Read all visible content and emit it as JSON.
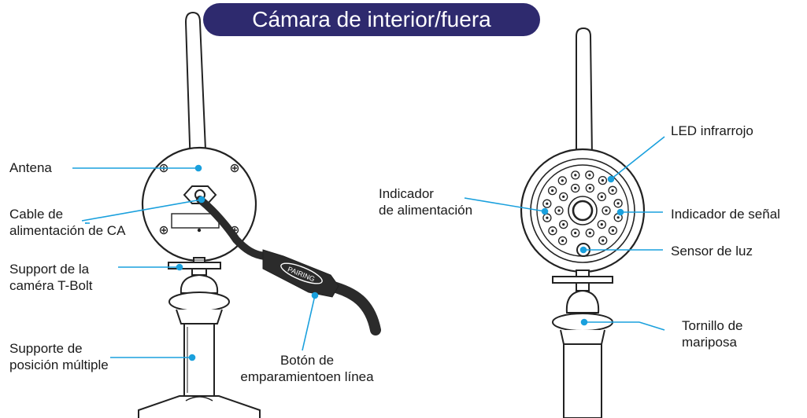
{
  "title": "Cámara de interior/fuera",
  "colors": {
    "title_bg": "#2e2a6e",
    "title_text": "#ffffff",
    "leader": "#1aa0dd",
    "outline": "#222222",
    "cable": "#2b2b2b"
  },
  "pairing_label": "PAIRING",
  "left_camera": {
    "labels": {
      "antenna": "Antena",
      "power_cable_1": "Cable de",
      "power_cable_2": "alimentación de CA",
      "bracket_1": "Support de la",
      "bracket_2": "caméra T-Bolt",
      "stand_1": "Supporte de",
      "stand_2": "posición múltiple",
      "pairing_1": "Botón de",
      "pairing_2": "emparamientoen línea"
    }
  },
  "right_camera": {
    "labels": {
      "ir_led": "LED infrarrojo",
      "power_ind_1": "Indicador",
      "power_ind_2": "de alimentación",
      "signal_ind": "Indicador de señal",
      "light_sensor": "Sensor de luz",
      "screw_1": "Tornillo de",
      "screw_2": "mariposa"
    }
  }
}
